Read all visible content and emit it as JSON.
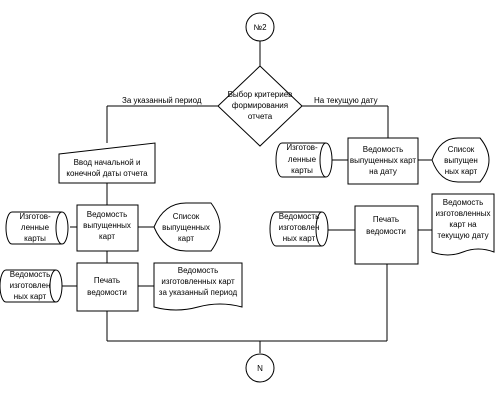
{
  "connectors": {
    "top": "№2",
    "bottom": "N"
  },
  "decision": {
    "lines": [
      "Выбор критериев",
      "формирования",
      "отчета"
    ],
    "left_label": "За указанный период",
    "right_label": "На текущую дату"
  },
  "left_branch": {
    "input": {
      "lines": [
        "Ввод начальной и",
        "конечной даты отчета"
      ]
    },
    "process1": {
      "lines": [
        "Ведомость",
        "выпущенных",
        "карт"
      ]
    },
    "store1": {
      "lines": [
        "Изготов-",
        "ленные",
        "карты"
      ]
    },
    "store2": {
      "lines": [
        "Список",
        "выпущенных",
        "карт"
      ]
    },
    "process2": {
      "lines": [
        "Печать",
        "ведомости"
      ]
    },
    "store3": {
      "lines": [
        "Ведомость",
        "изготовлен",
        "ных карт"
      ]
    },
    "document": {
      "lines": [
        "Ведомость",
        "изготовленных карт",
        "за указанный период"
      ]
    }
  },
  "right_branch": {
    "process1": {
      "lines": [
        "Ведомость",
        "выпущенных карт",
        "на дату"
      ]
    },
    "store1": {
      "lines": [
        "Изготов-",
        "ленные",
        "карты"
      ]
    },
    "store2": {
      "lines": [
        "Список",
        "выпущен",
        "ных карт"
      ]
    },
    "store3": {
      "lines": [
        "Ведомость",
        "изготовлен",
        "ных карт"
      ]
    },
    "process2": {
      "lines": [
        "Печать",
        "ведомости"
      ]
    },
    "document": {
      "lines": [
        "Ведомость",
        "изготовленных",
        "карт на",
        "текущую дату"
      ]
    }
  }
}
